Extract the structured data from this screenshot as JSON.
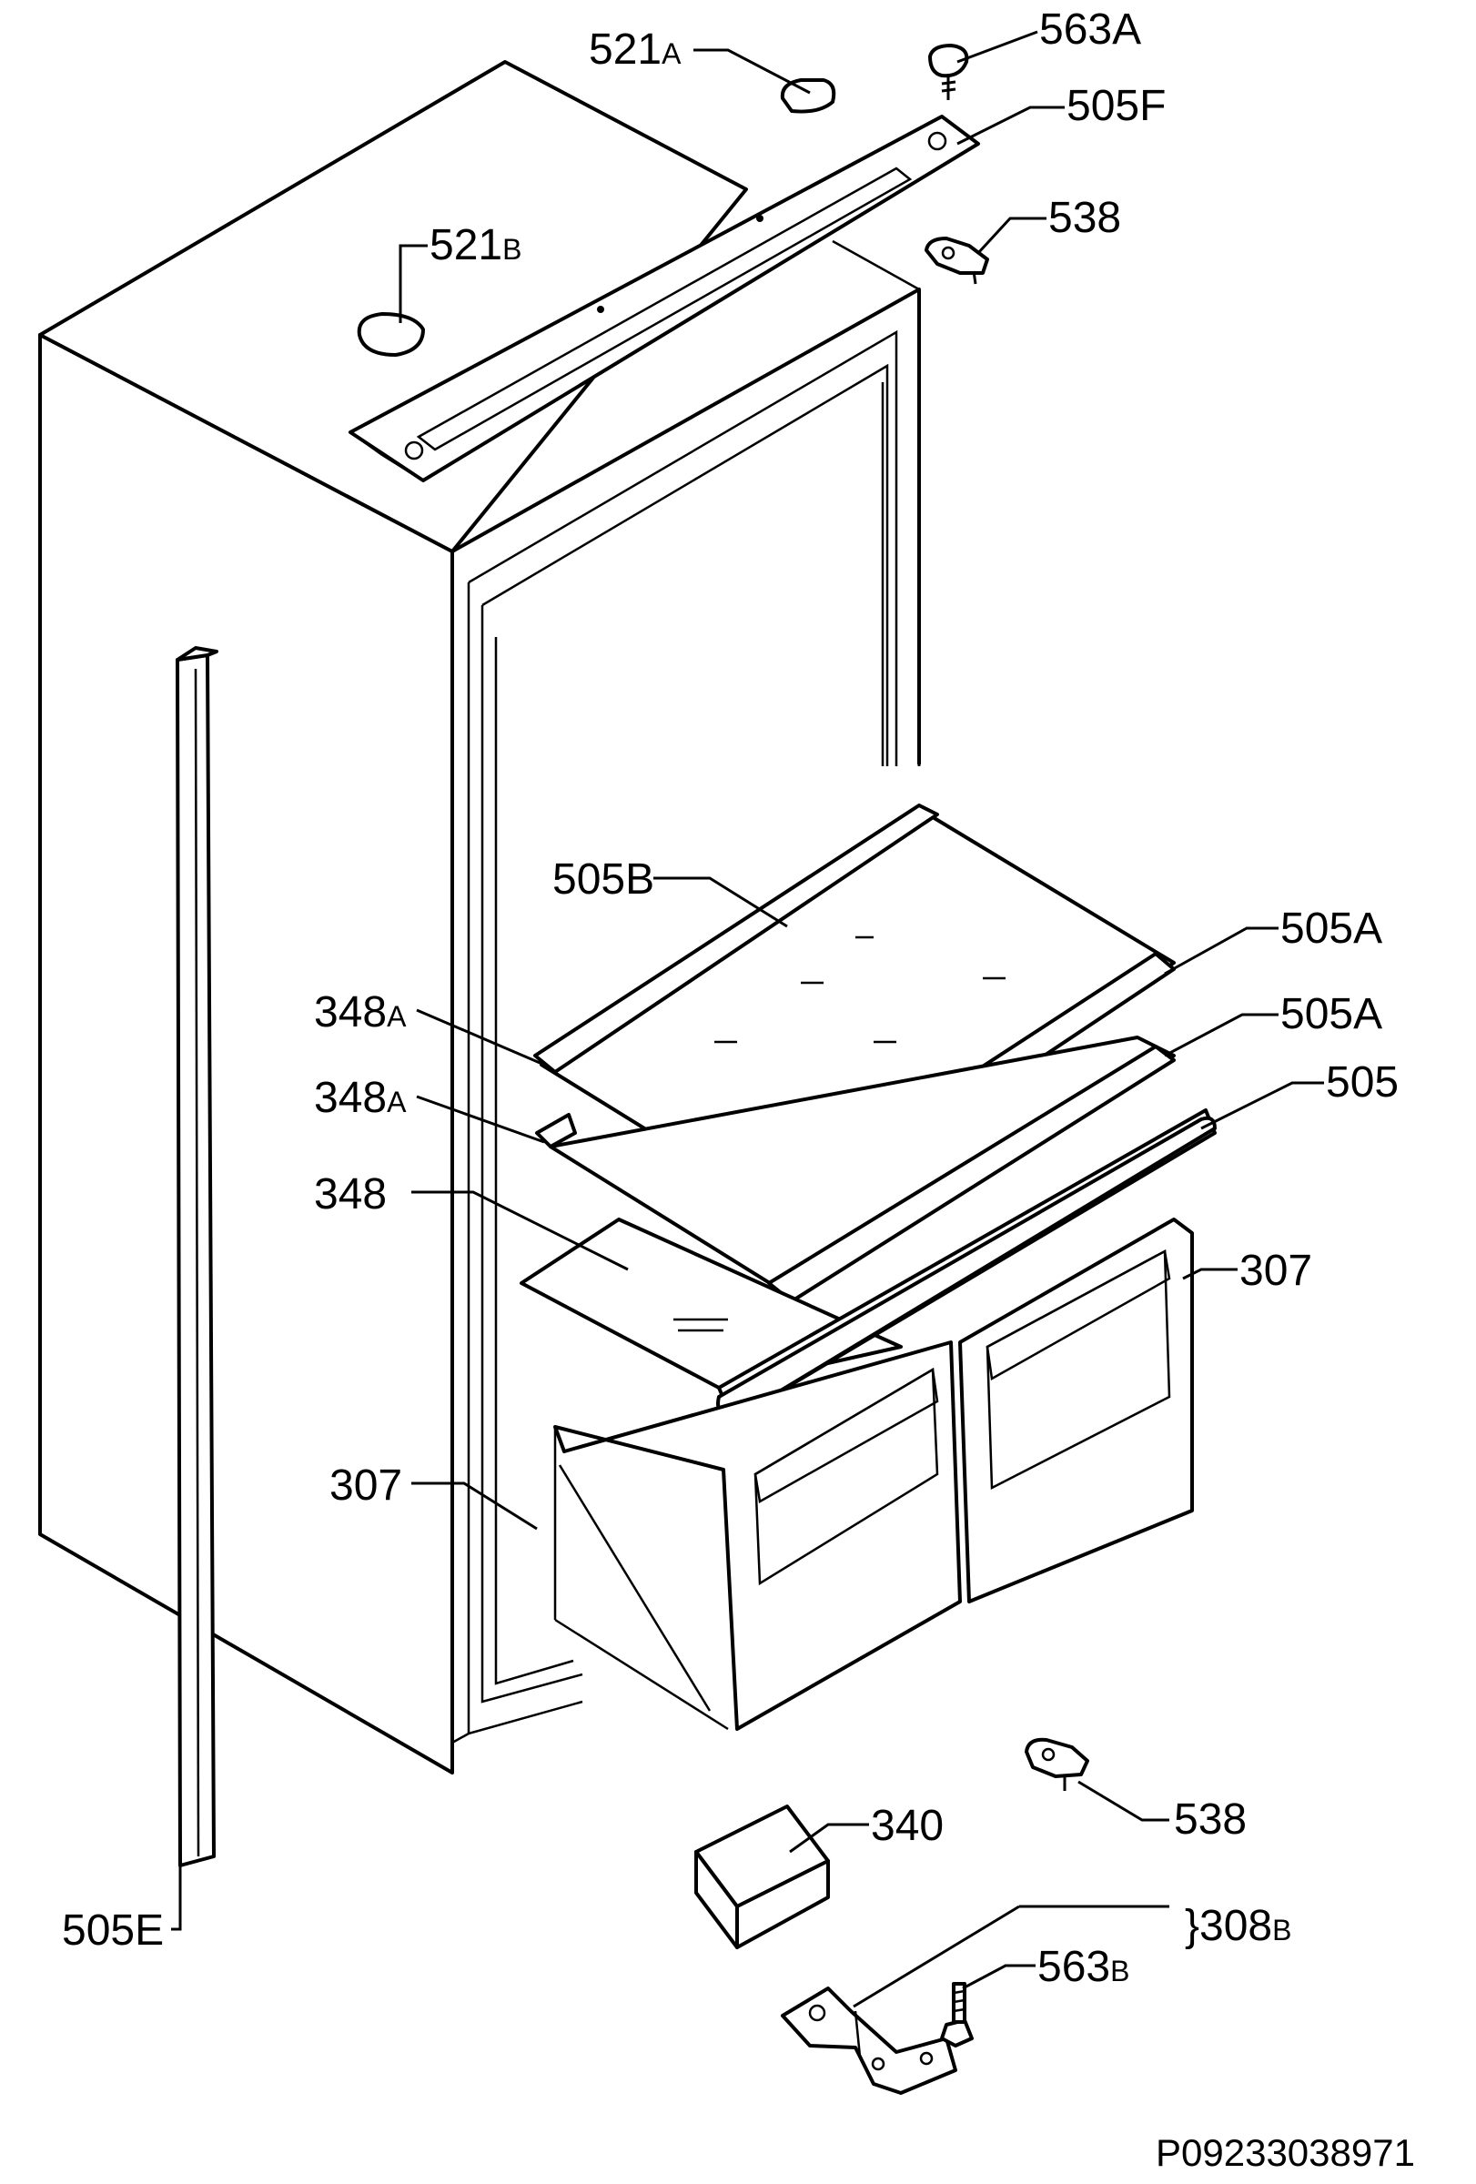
{
  "diagram": {
    "labels": {
      "l521a": {
        "num": "521",
        "suffix": "A"
      },
      "l563a": {
        "num": "563A",
        "suffix": ""
      },
      "l505f": {
        "num": "505F",
        "suffix": ""
      },
      "l538_top": {
        "num": "538",
        "suffix": ""
      },
      "l521b": {
        "num": "521",
        "suffix": "B"
      },
      "l505b": {
        "num": "505B",
        "suffix": ""
      },
      "l505a_1": {
        "num": "505A",
        "suffix": ""
      },
      "l348a_1": {
        "num": "348",
        "suffix": "A"
      },
      "l505a_2": {
        "num": "505A",
        "suffix": ""
      },
      "l348a_2": {
        "num": "348",
        "suffix": "A"
      },
      "l505": {
        "num": "505",
        "suffix": ""
      },
      "l348": {
        "num": "348",
        "suffix": ""
      },
      "l307_right": {
        "num": "307",
        "suffix": ""
      },
      "l307_left": {
        "num": "307",
        "suffix": ""
      },
      "l538_bottom": {
        "num": "538",
        "suffix": ""
      },
      "l340": {
        "num": "340",
        "suffix": ""
      },
      "l505e": {
        "num": "505E",
        "suffix": ""
      },
      "l563b": {
        "num": "563",
        "suffix": "B"
      },
      "l308b": {
        "num": "}308",
        "suffix": "B"
      }
    },
    "document_number": "P09233038971"
  }
}
